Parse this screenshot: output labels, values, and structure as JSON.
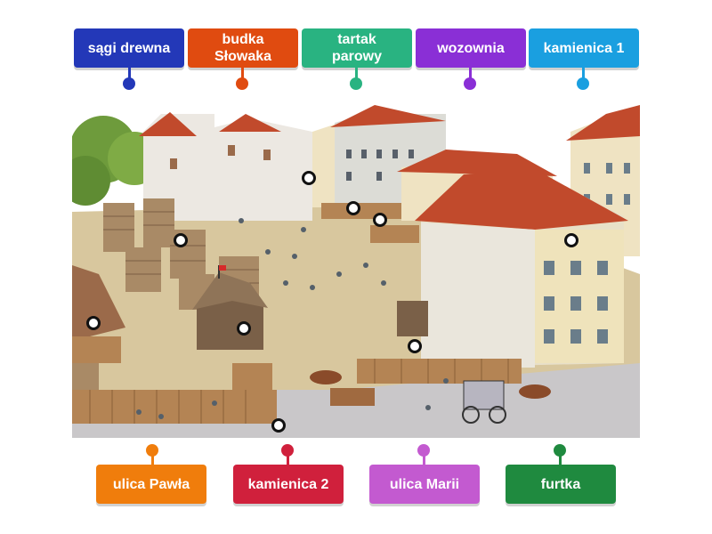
{
  "labels_top": [
    {
      "text": "sągi drewna",
      "color": "#2338b8"
    },
    {
      "text": "budka Słowaka",
      "color": "#e04b10"
    },
    {
      "text": "tartak parowy",
      "color": "#29b381"
    },
    {
      "text": "wozownia",
      "color": "#8a2fd6"
    },
    {
      "text": "kamienica 1",
      "color": "#1a9fe0"
    }
  ],
  "labels_bottom": [
    {
      "text": "ulica Pawła",
      "color": "#f07d0c"
    },
    {
      "text": "kamienica 2",
      "color": "#d0203c"
    },
    {
      "text": "ulica Marii",
      "color": "#c35ad0"
    },
    {
      "text": "furtka",
      "color": "#1f8a3f"
    }
  ],
  "scene": {
    "sky": "#ffffff",
    "yard": "#d8c79e",
    "roof": "#c14a2c",
    "wall_cream": "#efe3c2",
    "wall_white": "#ece8e2",
    "fence": "#b48454",
    "street": "#c9c7c9",
    "tree": "#6e9b3c"
  }
}
